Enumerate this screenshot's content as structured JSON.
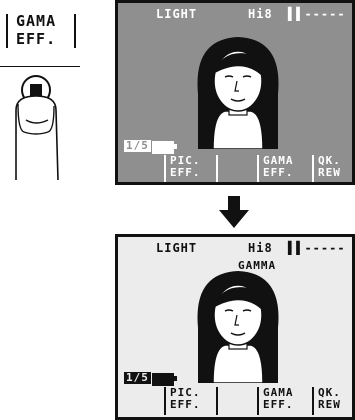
{
  "button": {
    "label_line1": "GAMA",
    "label_line2": "EFF."
  },
  "screen_before": {
    "mode_label": "LIGHT",
    "format_label": "Hi8",
    "tape_indicator": "▌▌-----",
    "speed_label": "1/5",
    "menu_pic_line1": "PIC.",
    "menu_pic_line2": "EFF.",
    "menu_gama_line1": "GAMA",
    "menu_gama_line2": "EFF.",
    "menu_qk_line1": "QK.",
    "menu_qk_line2": "REW"
  },
  "screen_after": {
    "mode_label": "LIGHT",
    "format_label": "Hi8",
    "tape_indicator": "▌▌-----",
    "effect_label": "GAMMA",
    "speed_label": "1/5",
    "menu_pic_line1": "PIC.",
    "menu_pic_line2": "EFF.",
    "menu_gama_line1": "GAMA",
    "menu_gama_line2": "EFF.",
    "menu_qk_line1": "QK.",
    "menu_qk_line2": "REW"
  }
}
